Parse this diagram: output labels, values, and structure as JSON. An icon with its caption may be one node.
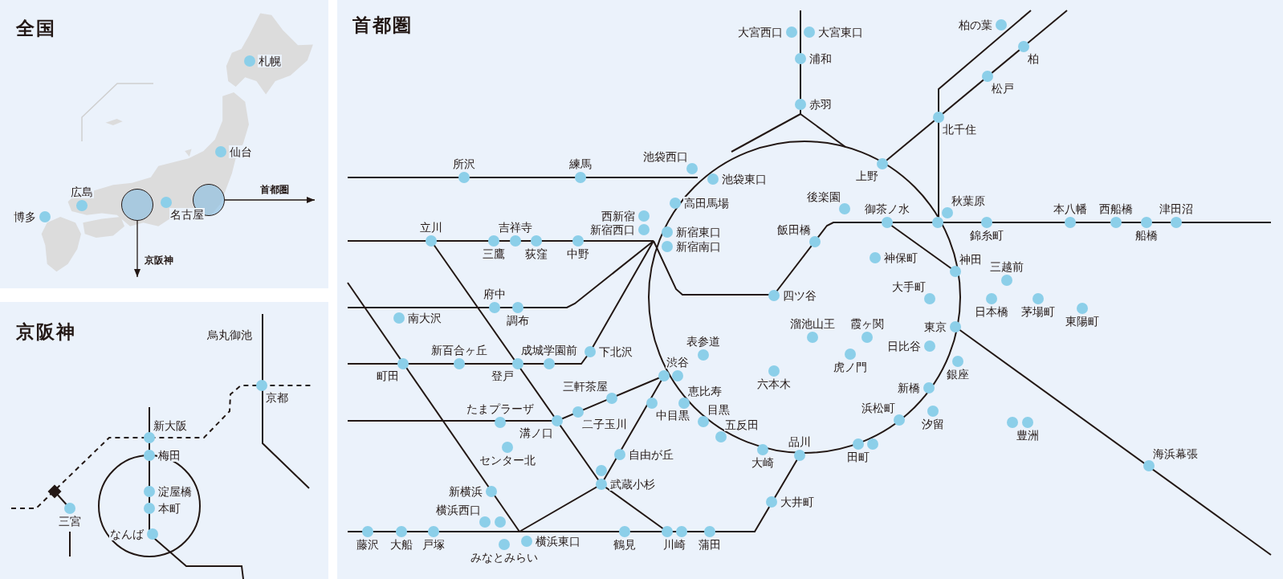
{
  "diagram": {
    "nodes": [
      {
        "text": [
          "全国"
        ]
      },
      {
        "text": [],
        "shape": "circle",
        "in": 0
      },
      {
        "text": [],
        "shape": "circle",
        "in": 0
      },
      {
        "text": [
          "京阪神"
        ]
      },
      {
        "text": [
          "首都圏"
        ]
      }
    ],
    "edges": [
      {
        "from": 1,
        "to": null,
        "arrow": "to",
        "label": "京阪神"
      },
      {
        "from": 2,
        "to": null,
        "arrow": "to",
        "label": "首都圏"
      }
    ],
    "labels": [
      "札幌",
      "仙台",
      "広島",
      "博多",
      "名古屋",
      "烏丸御池",
      "京都",
      "新大阪",
      "梅田",
      "淀屋橋",
      "本町",
      "三宮",
      "なんば",
      "大宮西口",
      "大宮東口",
      "柏の葉",
      "浦和",
      "柏",
      "松戸",
      "赤羽",
      "北千住",
      "池袋西口",
      "所沢",
      "練馬",
      "池袋東口",
      "上野",
      "高田馬場",
      "後楽園",
      "御茶ノ水",
      "秋葉原",
      "本八幡",
      "西船橋",
      "津田沼",
      "西新宿",
      "立川",
      "吉祥寺",
      "新宿西口",
      "新宿東口",
      "飯田橋",
      "錦糸町",
      "船橋",
      "三鷹",
      "荻窪",
      "中野",
      "新宿南口",
      "神保町",
      "神田",
      "三越前",
      "大手町",
      "府中",
      "四ツ谷",
      "南大沢",
      "調布",
      "日本橋",
      "茅場町",
      "溜池山王",
      "霞ヶ関",
      "東京",
      "東陽町",
      "新百合ヶ丘",
      "成城学園前",
      "下北沢",
      "表参道",
      "日比谷",
      "町田",
      "登戸",
      "渋谷",
      "虎ノ門",
      "銀座",
      "三軒茶屋",
      "恵比寿",
      "六本木",
      "新橋",
      "たまプラーザ",
      "中目黒",
      "目黒",
      "浜松町",
      "溝ノ口",
      "二子玉川",
      "五反田",
      "汐留",
      "品川",
      "豊洲",
      "センター北",
      "自由が丘",
      "大崎",
      "田町",
      "海浜幕張",
      "新横浜",
      "武蔵小杉",
      "横浜西口",
      "大井町",
      "藤沢",
      "大船",
      "戸塚",
      "横浜東口",
      "鶴見",
      "川崎",
      "蒲田",
      "みなとみらい"
    ]
  }
}
